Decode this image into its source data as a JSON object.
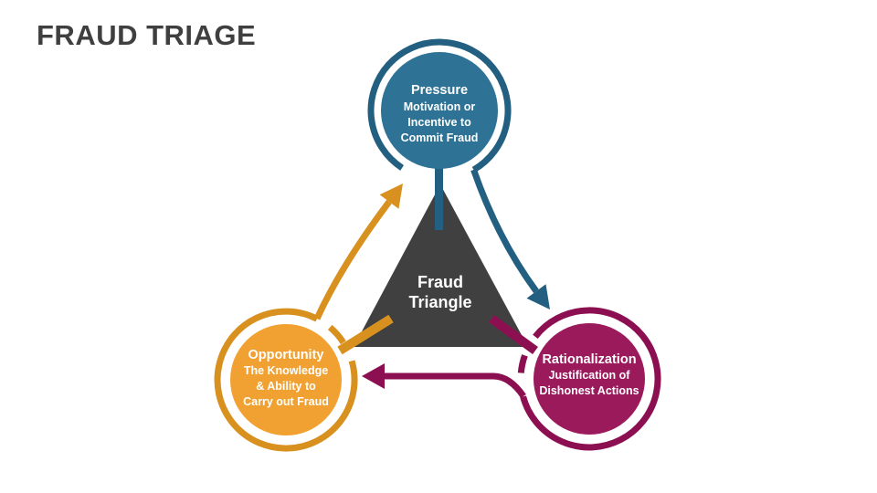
{
  "title": "FRAUD TRIAGE",
  "colors": {
    "title": "#3F3F3F",
    "triangle": "#404040",
    "blue_fill": "#2E7396",
    "blue_line": "#235F80",
    "orange_fill": "#F0A132",
    "orange_line": "#D8911E",
    "magenta_fill": "#9A1A5B",
    "magenta_line": "#8C1051"
  },
  "center_label": {
    "line1": "Fraud",
    "line2": "Triangle"
  },
  "nodes": {
    "pressure": {
      "label": "Pressure",
      "lines": [
        "Motivation or",
        "Incentive to",
        "Commit Fraud"
      ]
    },
    "opportunity": {
      "label": "Opportunity",
      "lines": [
        "The Knowledge",
        "& Ability to",
        "Carry out Fraud"
      ]
    },
    "rationalization": {
      "label": "Rationalization",
      "lines": [
        "Justification of",
        "Dishonest Actions"
      ]
    }
  }
}
